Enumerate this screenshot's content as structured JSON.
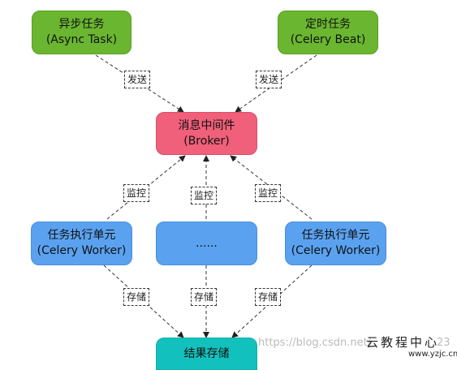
{
  "nodes": {
    "async_task": {
      "title": "异步任务",
      "subtitle": "(Async Task)"
    },
    "celery_beat": {
      "title": "定时任务",
      "subtitle": "(Celery Beat)"
    },
    "broker": {
      "title": "消息中间件",
      "subtitle": "(Broker)"
    },
    "worker_left": {
      "title": "任务执行单元",
      "subtitle": "(Celery Worker)"
    },
    "worker_middle": {
      "title": "......"
    },
    "worker_right": {
      "title": "任务执行单元",
      "subtitle": "(Celery Worker)"
    },
    "result_store": {
      "title": "结果存储"
    }
  },
  "edges": {
    "send_left": "发送",
    "send_right": "发送",
    "monitor_left": "监控",
    "monitor_middle": "监控",
    "monitor_right": "监控",
    "store_left": "存储",
    "store_middle": "存储",
    "store_right": "存储"
  },
  "watermarks": {
    "url": "https://blog.csdn.net/",
    "brand": "云教程中心",
    "site": "www.yzjc.cn",
    "fragment": "23"
  },
  "colors": {
    "task": "#6ab630",
    "broker": "#f0607a",
    "worker": "#5aa2f0",
    "result": "#12c1bd"
  }
}
